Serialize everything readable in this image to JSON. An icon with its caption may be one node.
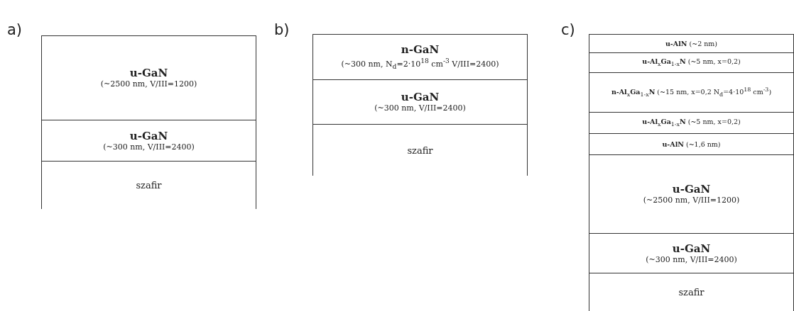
{
  "diagram": {
    "nodes": [
      {
        "text": [
          "u-GaN",
          "(~2500 nm, V/III=1200)"
        ]
      },
      {
        "text": [
          "u-GaN",
          "(~300 nm, V/III=2400)"
        ]
      },
      {
        "text": [
          "szafir"
        ]
      },
      {
        "text": [
          "n-GaN",
          "(~300 nm, N$_{d}$=2·10$^{18}$ cm$^{-3}$ V/III=2400)"
        ]
      },
      {
        "text": [
          "u-GaN",
          "(~300 nm, V/III=2400)"
        ]
      },
      {
        "text": [
          "szafir"
        ]
      },
      {
        "text": [
          "**u-AlN** (~2 nm)"
        ]
      },
      {
        "text": [
          "**u-Al**$_{x}$**Ga**$_{1-x}$**N** (~5 nm, x=0,2)"
        ]
      },
      {
        "text": [
          "**n-Al**$_{x}$**Ga**$_{1-x}$**N** (~15 nm, x=0,2 N$_{d}$=4·10$^{18}$ cm$^{-3}$)"
        ]
      },
      {
        "text": [
          "**u-Al**$_{x}$**Ga**$_{1-x}$**N** (~5 nm, x=0,2)"
        ]
      },
      {
        "text": [
          "**u-AlN** (~1,6 nm)"
        ]
      },
      {
        "text": [
          "u-GaN",
          "(~2500 nm, V/III=1200)"
        ]
      },
      {
        "text": [
          "u-GaN",
          "(~300 nm, V/III=2400)"
        ]
      },
      {
        "text": [
          "szafir"
        ]
      }
    ],
    "labels": [
      "a)",
      "b)",
      "c)"
    ]
  }
}
